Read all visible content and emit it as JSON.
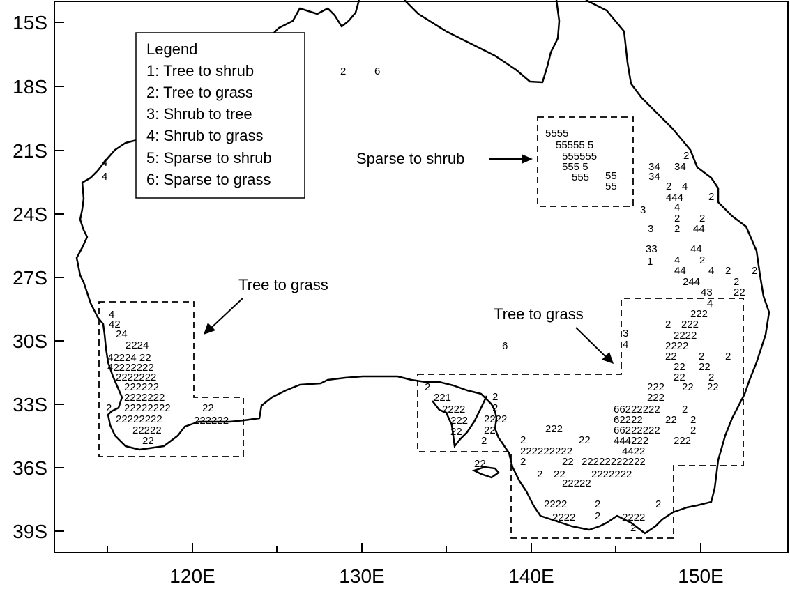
{
  "map": {
    "x_axis": {
      "ticks": [
        "120E",
        "130E",
        "140E",
        "150E"
      ],
      "lon_values": [
        120,
        130,
        140,
        150
      ]
    },
    "y_axis": {
      "ticks": [
        "15S",
        "18S",
        "21S",
        "24S",
        "27S",
        "30S",
        "33S",
        "36S",
        "39S"
      ],
      "lat_values": [
        15,
        18,
        21,
        24,
        27,
        30,
        33,
        36,
        39
      ]
    },
    "legend": {
      "title": "Legend",
      "items": [
        "1: Tree to shrub",
        "2: Tree to grass",
        "3: Shrub to tree",
        "4: Shrub to grass",
        "5: Sparse to shrub",
        "6: Sparse to grass"
      ]
    },
    "annotations": [
      {
        "id": "west",
        "text": "Tree to grass"
      },
      {
        "id": "east",
        "text": "Tree to grass"
      },
      {
        "id": "north",
        "text": "Sparse to shrub"
      }
    ],
    "region_codes": {
      "north_sparse": [
        "5555",
        "55555 5",
        "555555",
        "555 5",
        "555",
        "55",
        "55"
      ],
      "isolated": [
        "2",
        "6",
        "6",
        "1",
        "3",
        "3",
        "3",
        "4"
      ]
    }
  }
}
